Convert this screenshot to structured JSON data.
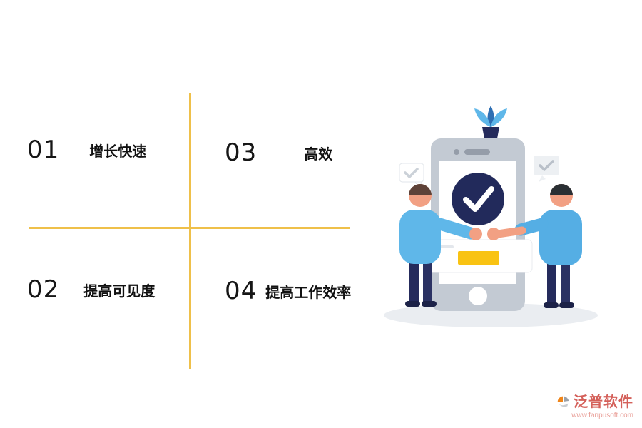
{
  "quadrant": {
    "items": [
      {
        "number": "01",
        "label": "增长快速"
      },
      {
        "number": "03",
        "label": "高效"
      },
      {
        "number": "02",
        "label": "提高可见度"
      },
      {
        "number": "04",
        "label": "提高工作效率"
      }
    ],
    "divider_color": "#EFC04A",
    "number_color": "#161616",
    "label_color": "#111111"
  },
  "illustration": {
    "description": "two people fist-bumping in front of a large smartphone showing a checkmark, plant on top, speech bubbles with checkmarks, yellow button on white card",
    "colors": {
      "phone_body": "#C3CAD3",
      "screen": "#FFFFFF",
      "check_circle": "#222A5B",
      "check_mark": "#FFFFFF",
      "accent_yellow": "#F9C313",
      "person_left_shirt": "#5FB7E9",
      "person_right_shirt": "#55AEE4",
      "pants_navy": "#252B5C",
      "skin": "#F2A083",
      "base_shadow": "#EAEDF1"
    }
  },
  "footer": {
    "brand": "泛普软件",
    "url": "www.fanpusoft.com",
    "brand_color": "#D4605A"
  }
}
